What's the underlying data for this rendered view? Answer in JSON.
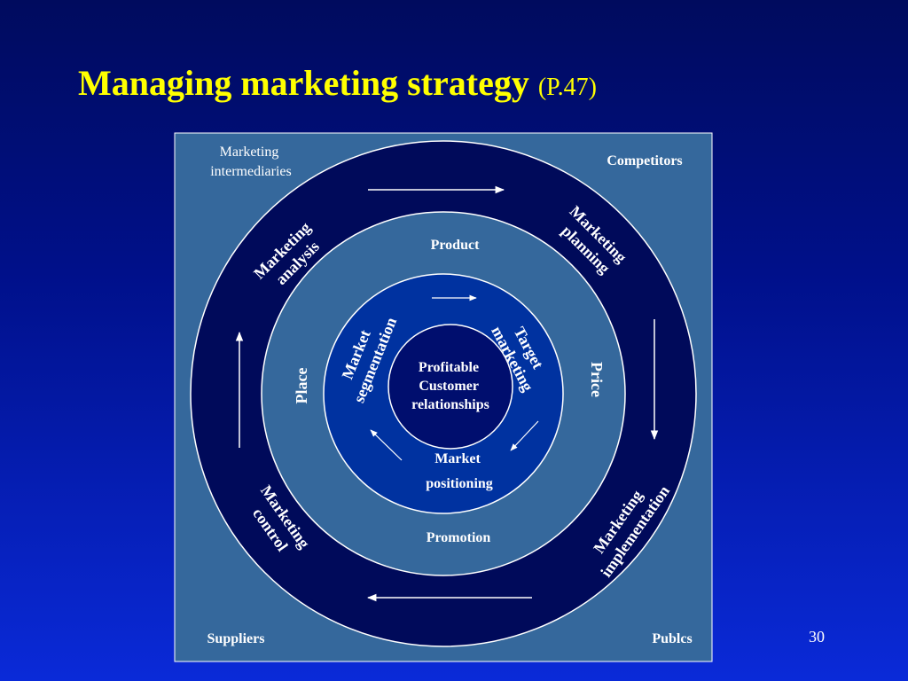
{
  "slide": {
    "title": "Managing marketing strategy",
    "title_ref": "(P.47)",
    "page_number": "30"
  },
  "diagram": {
    "corners": {
      "top_left": [
        "Marketing",
        "intermediaries"
      ],
      "top_right": "Competitors",
      "bottom_left": "Suppliers",
      "bottom_right": "Publcs"
    },
    "outer_ring": {
      "analysis": [
        "Marketing",
        "analysis"
      ],
      "planning": [
        "Marketing",
        "planning"
      ],
      "implementation": [
        "Marketing",
        "implementation"
      ],
      "control": [
        "Marketing",
        "control"
      ]
    },
    "middle_ring": {
      "product": "Product",
      "price": "Price",
      "promotion": "Promotion",
      "place": "Place"
    },
    "inner_ring": {
      "segmentation": [
        "Market",
        "segmentation"
      ],
      "targeting": [
        "Target",
        "marketing"
      ],
      "positioning": [
        "Market",
        "positioning"
      ]
    },
    "center": [
      "Profitable",
      "Customer",
      "relationships"
    ]
  },
  "colors": {
    "title": "#ffff00",
    "outer_panel": "#35689c",
    "outer_ring": "#000a5a",
    "middle_ring": "#35689c",
    "inner_ring": "#0032a0",
    "center": "#000e6e",
    "line": "#ffffff"
  }
}
